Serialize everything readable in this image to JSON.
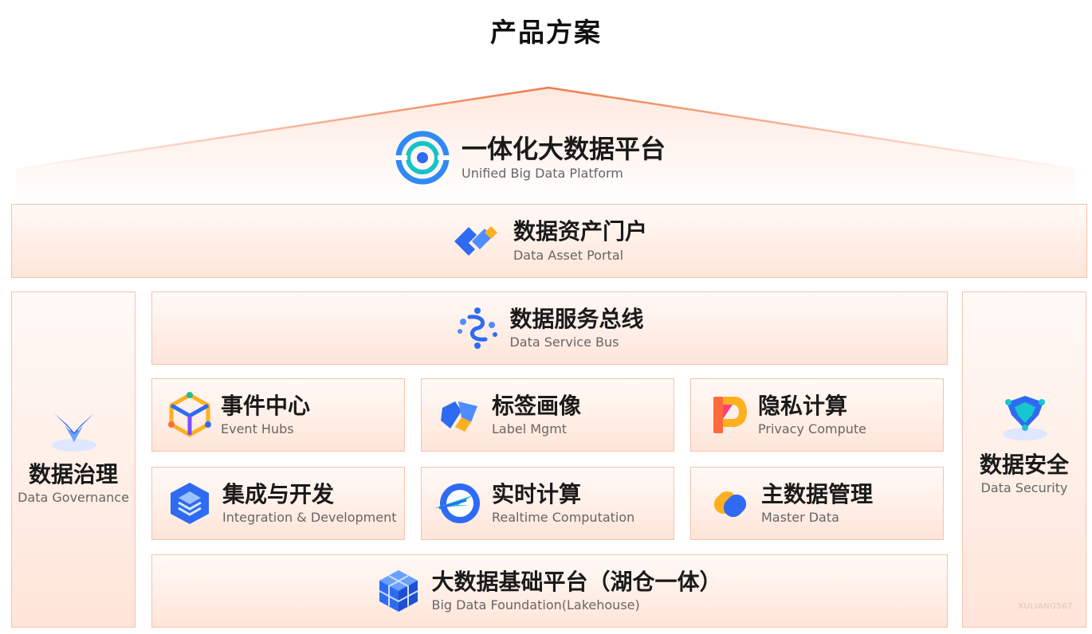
{
  "page": {
    "title": "产品方案"
  },
  "platform": {
    "title": "一体化大数据平台",
    "subtitle": "Unified Big Data Platform"
  },
  "portal": {
    "title": "数据资产门户",
    "subtitle": "Data Asset Portal"
  },
  "governance": {
    "title": "数据治理",
    "subtitle": "Data Governance"
  },
  "security": {
    "title": "数据安全",
    "subtitle": "Data Security"
  },
  "service_bus": {
    "title": "数据服务总线",
    "subtitle": "Data Service Bus"
  },
  "modules": [
    {
      "title": "事件中心",
      "subtitle": "Event Hubs",
      "icon": "event-hubs-icon"
    },
    {
      "title": "标签画像",
      "subtitle": "Label Mgmt",
      "icon": "label-mgmt-icon"
    },
    {
      "title": "隐私计算",
      "subtitle": "Privacy Compute",
      "icon": "privacy-compute-icon"
    },
    {
      "title": "集成与开发",
      "subtitle": "Integration & Development",
      "icon": "integration-icon"
    },
    {
      "title": "实时计算",
      "subtitle": "Realtime Computation",
      "icon": "realtime-icon"
    },
    {
      "title": "主数据管理",
      "subtitle": "Master Data",
      "icon": "master-data-icon"
    }
  ],
  "foundation": {
    "title": "大数据基础平台（湖仓一体）",
    "subtitle": "Big Data Foundation(Lakehouse)"
  },
  "watermark": "XULIANG567",
  "colors": {
    "accent_orange": "#f07a4a",
    "border": "#f6c2ad",
    "icon_blue": "#2f6bf2"
  }
}
